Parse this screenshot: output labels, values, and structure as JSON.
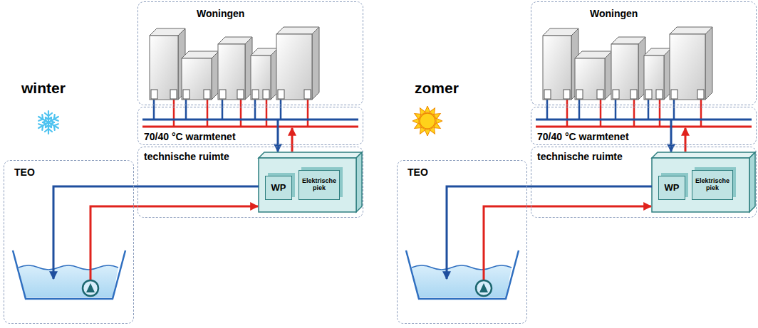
{
  "diagram": {
    "nodes": [
      {
        "text": [
          "Woningen"
        ]
      },
      {
        "text": [
          "70/40 °C warmtenet"
        ]
      },
      {
        "text": [
          "technische ruimte"
        ]
      },
      {
        "text": [
          "WP"
        ],
        "in": 2
      },
      {
        "text": [
          "Elektrische piek"
        ],
        "in": 2
      },
      {
        "text": [
          "TEO"
        ]
      },
      {
        "text": [
          "Woningen"
        ]
      },
      {
        "text": [
          "70/40 °C warmtenet"
        ]
      },
      {
        "text": [
          "technische ruimte"
        ]
      },
      {
        "text": [
          "WP"
        ],
        "in": 8
      },
      {
        "text": [
          "Elektrische piek"
        ],
        "in": 8
      },
      {
        "text": [
          "TEO"
        ]
      }
    ],
    "edges": [
      {
        "from": 1,
        "to": 2,
        "arrow": "to"
      },
      {
        "from": 2,
        "to": 1,
        "arrow": "to"
      },
      {
        "from": 2,
        "to": 5,
        "arrow": "to"
      },
      {
        "from": 5,
        "to": 2,
        "arrow": "to"
      },
      {
        "from": 7,
        "to": 8,
        "arrow": "to"
      },
      {
        "from": 8,
        "to": 7,
        "arrow": "to"
      },
      {
        "from": 8,
        "to": 11,
        "arrow": "to"
      },
      {
        "from": 11,
        "to": 8,
        "arrow": "to"
      }
    ],
    "labels": [
      "winter",
      "zomer"
    ]
  }
}
